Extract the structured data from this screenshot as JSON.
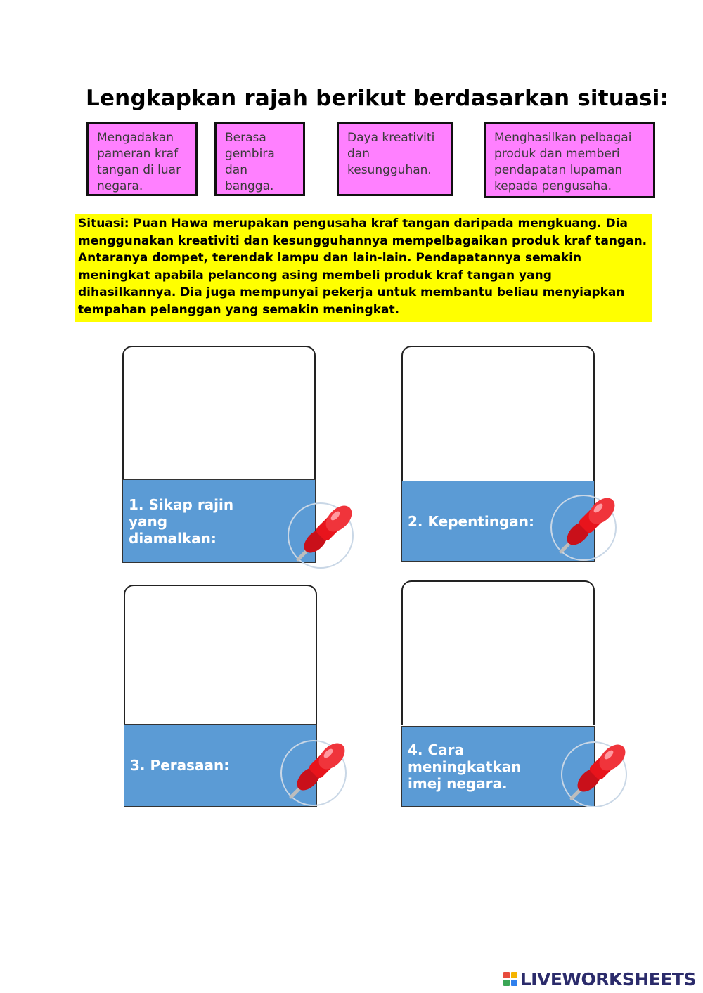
{
  "title": "Lengkapkan rajah berikut berdasarkan situasi:",
  "options": [
    "Mengadakan pameran kraf tangan di luar negara.",
    "Berasa gembira dan bangga.",
    "Daya kreativiti dan kesungguhan.",
    "Menghasilkan pelbagai produk dan memberi pendapatan lupaman kepada pengusaha."
  ],
  "situation": "Situasi: Puan Hawa merupakan pengusaha kraf tangan daripada mengkuang. Dia menggunakan kreativiti dan kesungguhannya mempelbagaikan produk kraf tangan. Antaranya dompet, terendak lampu dan lain-lain. Pendapatannya semakin meningkat apabila pelancong asing membeli produk kraf tangan yang dihasilkannya. Dia juga mempunyai pekerja untuk membantu beliau menyiapkan tempahan pelanggan yang semakin meningkat.",
  "cards": [
    {
      "label": "1. Sikap rajin yang diamalkan:"
    },
    {
      "label": "2. Kepentingan:"
    },
    {
      "label": "3. Perasaan:"
    },
    {
      "label": "4. Cara meningkatkan imej negara."
    }
  ],
  "brand": "LIVEWORKSHEETS",
  "icons": {
    "pin": "pushpin-icon",
    "logo": "liveworksheets-logo-icon"
  },
  "colors": {
    "option_bg": "#ff80ff",
    "situation_bg": "#ffff00",
    "label_bg": "#5b9bd5",
    "pin": "#e8141c"
  }
}
